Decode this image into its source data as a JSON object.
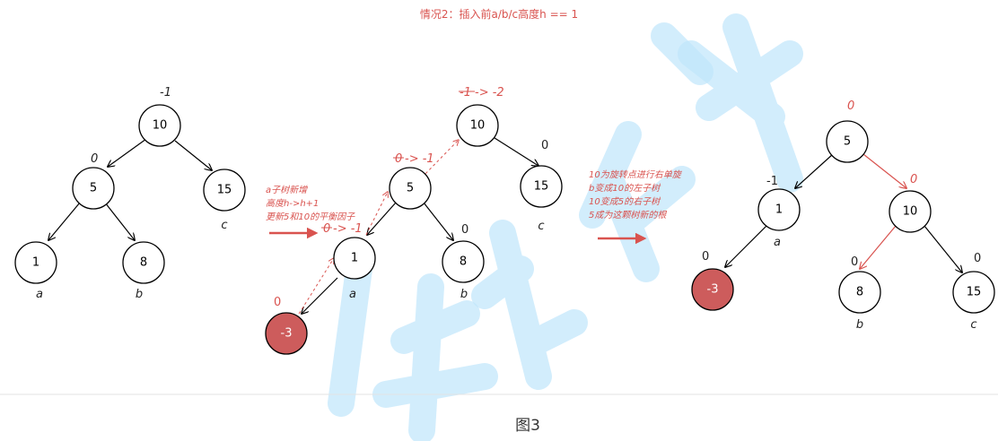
{
  "title": "情况2：插入前a/b/c高度h == 1",
  "caption": "图3",
  "colors": {
    "accent": "#d9534f",
    "inserted_node": "#cd5c5c",
    "watermark": "#bfe6fb"
  },
  "tree1": {
    "nodes": {
      "n10": "10",
      "n5": "5",
      "n15": "15",
      "n1": "1",
      "n8": "8"
    },
    "bf": {
      "n10": "-1",
      "n5": "0"
    },
    "leafs": {
      "a": "a",
      "b": "b",
      "c": "c"
    }
  },
  "arrow1_note": [
    "a子树新增",
    "高度h->h+1",
    "更新5和10的平衡因子"
  ],
  "tree2": {
    "nodes": {
      "n10": "10",
      "n5": "5",
      "n15": "15",
      "n1": "1",
      "n8": "8",
      "n3": "-3"
    },
    "bf": {
      "n10_old": "-1",
      "n10_new": "-> -2",
      "n5_old": "0",
      "n5_new": "-> -1",
      "n1_old": "0",
      "n1_new": "-> -1",
      "n15": "0",
      "n8": "0",
      "n3": "0"
    },
    "leafs": {
      "a": "a",
      "b": "b",
      "c": "c"
    }
  },
  "arrow2_note": [
    "10为旋转点进行右单旋",
    "b变成10的左子树",
    "10变成5的右子树",
    "5成为这颗树新的根"
  ],
  "tree3": {
    "nodes": {
      "n5": "5",
      "n1": "1",
      "n10": "10",
      "n3": "-3",
      "n8": "8",
      "n15": "15"
    },
    "bf": {
      "n5": "0",
      "n1": "-1",
      "n10": "0",
      "n3": "0",
      "n8": "0",
      "n15": "0"
    },
    "leafs": {
      "a": "a",
      "b": "b",
      "c": "c"
    }
  }
}
